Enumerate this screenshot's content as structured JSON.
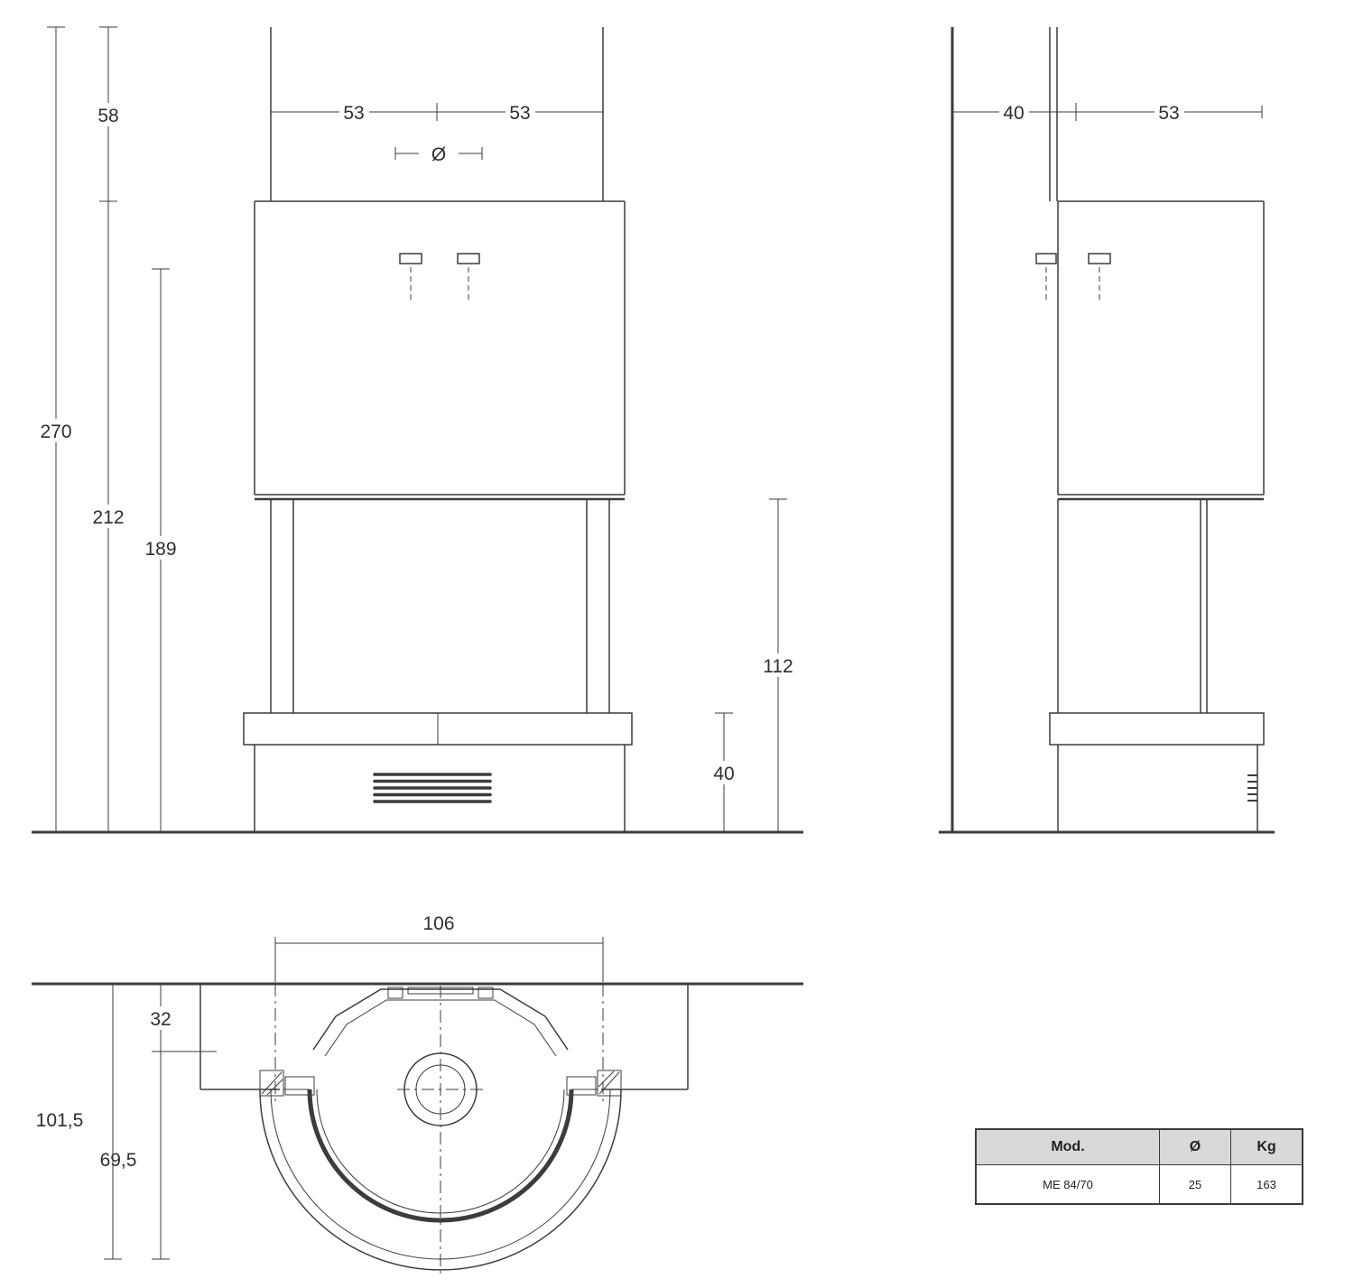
{
  "drawing": {
    "front_view": {
      "dims": {
        "d58": "58",
        "d270": "270",
        "d212": "212",
        "d189": "189",
        "d53_left": "53",
        "d53_right": "53",
        "diameter": "Ø",
        "d112": "112",
        "d40": "40"
      }
    },
    "side_view": {
      "dims": {
        "d40": "40",
        "d53": "53"
      }
    },
    "plan_view": {
      "dims": {
        "d106": "106",
        "d32": "32",
        "d101_5": "101,5",
        "d69_5": "69,5"
      }
    }
  },
  "spec_table": {
    "headers": [
      "Mod.",
      "Ø",
      "Kg"
    ],
    "rows": [
      [
        "ME 84/70",
        "25",
        "163"
      ]
    ]
  },
  "colors": {
    "line": "#3c3c3c",
    "text": "#2f2f2f",
    "table_header_bg": "#d9d9d9"
  }
}
